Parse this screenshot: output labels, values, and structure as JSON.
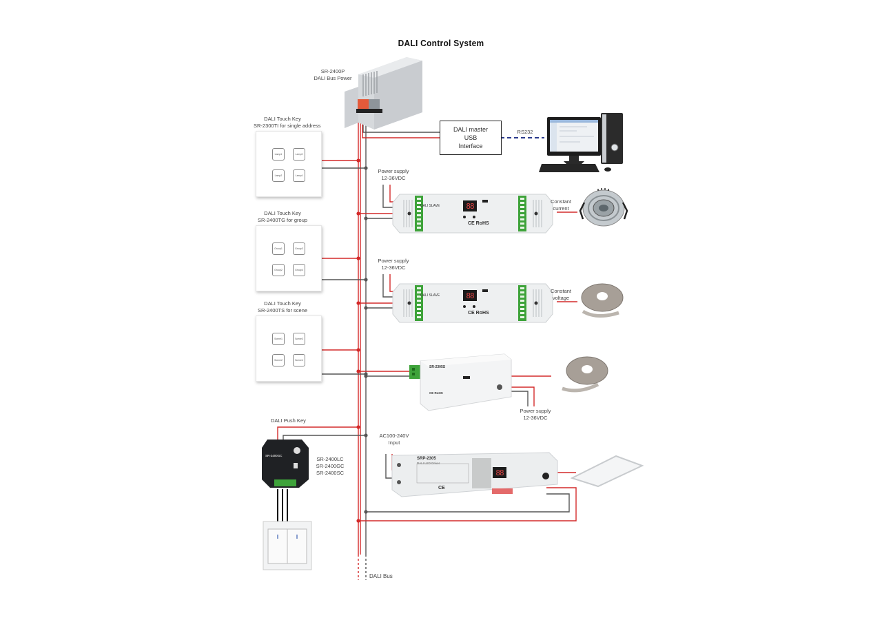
{
  "title": "DALI Control System",
  "colors": {
    "bus_positive": "#d42a2a",
    "bus_negative": "#555555",
    "rs232_link": "#2a3a8c",
    "terminal_green": "#3ea33a",
    "background": "#ffffff"
  },
  "bus_power": {
    "model": "SR-2400P",
    "name": "DALI Bus Power"
  },
  "master": {
    "lines": [
      "DALI master",
      "USB",
      "Interface"
    ],
    "link_label": "RS232",
    "computer_icon": "desktop-computer-icon"
  },
  "touch_keys": [
    {
      "title": "DALI Touch Key",
      "subtitle": "SR-2300TI for single address",
      "buttons": [
        "Lamp1",
        "Lamp3",
        "Lamp2",
        "Lamp4"
      ]
    },
    {
      "title": "DALI Touch Key",
      "subtitle": "SR-2400TG for group",
      "buttons": [
        "Group1",
        "Group3",
        "Group2",
        "Group4"
      ]
    },
    {
      "title": "DALI Touch Key",
      "subtitle": "SR-2400TS for scene",
      "buttons": [
        "Scene1",
        "Scene3",
        "Scene2",
        "Scene4"
      ]
    }
  ],
  "slaves": [
    {
      "supply_label": [
        "Power supply",
        "12-36VDC"
      ],
      "device_label": "DALI SLAVE",
      "display": "88",
      "marks": "CE RoHS",
      "output_label": [
        "Constant",
        "current"
      ],
      "load_icon": "downlight-icon"
    },
    {
      "supply_label": [
        "Power supply",
        "12-36VDC"
      ],
      "device_label": "DALI SLAVE",
      "display": "88",
      "marks": "CE RoHS",
      "output_label": [
        "Constant",
        "voltage"
      ],
      "load_icon": "led-strip-icon"
    }
  ],
  "small_dimmer": {
    "model": "SR-2305S",
    "marks": "CE RoHS",
    "supply_label": [
      "Power supply",
      "12-36VDC"
    ],
    "load_icon": "led-strip-icon"
  },
  "push_key": {
    "title": "DALI Push Key",
    "device_label": "SR-2400GC",
    "models": [
      "SR-2400LC",
      "SR-2400GC",
      "SR-2400SC"
    ],
    "switch_icon": "wall-switch-icon"
  },
  "led_driver": {
    "model": "SRP-2305",
    "name": "DALI LED Driver",
    "display": "88",
    "marks": "CE",
    "input_label": [
      "AC100-240V",
      "Input"
    ],
    "load_icon": "led-panel-icon"
  },
  "bus_label": "DALI Bus"
}
